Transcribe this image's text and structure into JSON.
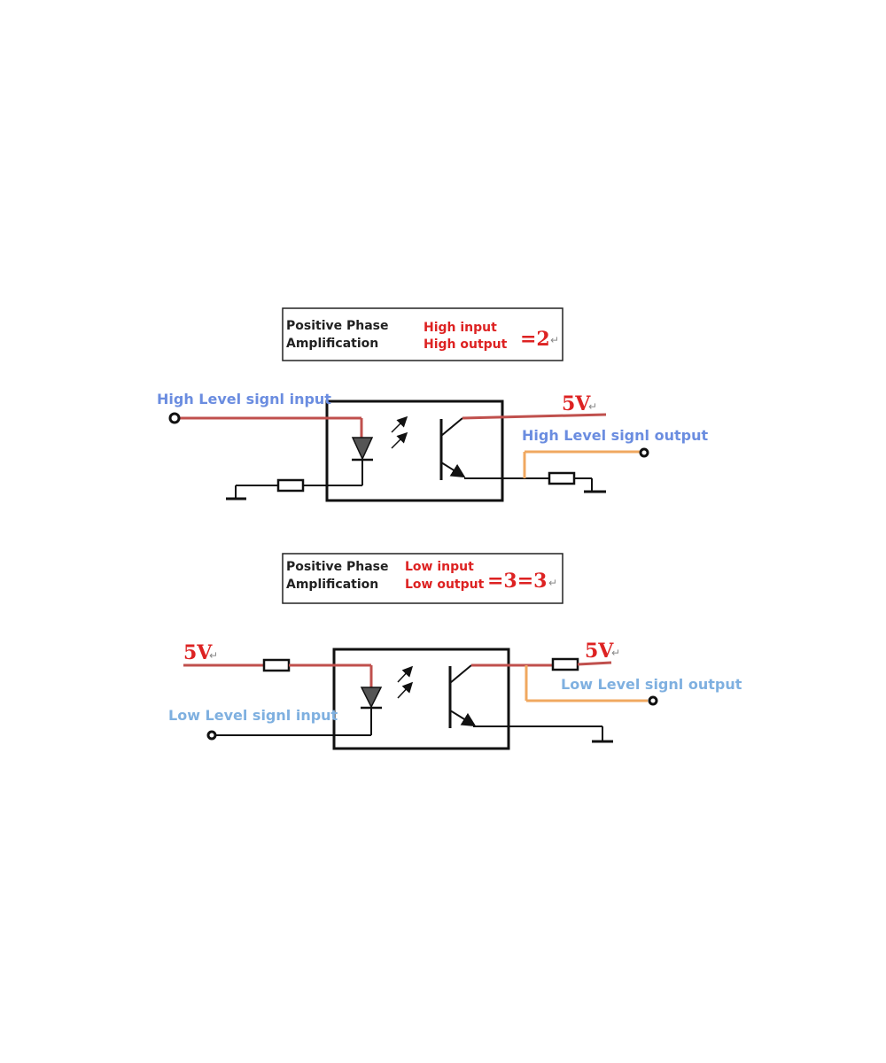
{
  "colors": {
    "red_wire": "#c0504d",
    "orange_wire": "#f0a860",
    "black": "#111111",
    "label_blue": "#6b8de0",
    "label_lightblue": "#7fb0e0",
    "text_red": "#dd2222"
  },
  "diagram1": {
    "box": {
      "line1": "Positive Phase",
      "line2": "Amplification",
      "cond1": "High input",
      "cond2": "High output",
      "suffix": "=2"
    },
    "input_label": "High Level signl input",
    "output_label": "High Level signl output",
    "voltage": "5V"
  },
  "diagram2": {
    "box": {
      "line1": "Positive Phase",
      "line2": "Amplification",
      "cond1": "Low input",
      "cond2": "Low output",
      "suffix": "=3=3"
    },
    "input_label": "Low Level signl input",
    "output_label": "Low Level signl output",
    "voltage_left": "5V",
    "voltage_right": "5V"
  },
  "return_mark": "↵"
}
